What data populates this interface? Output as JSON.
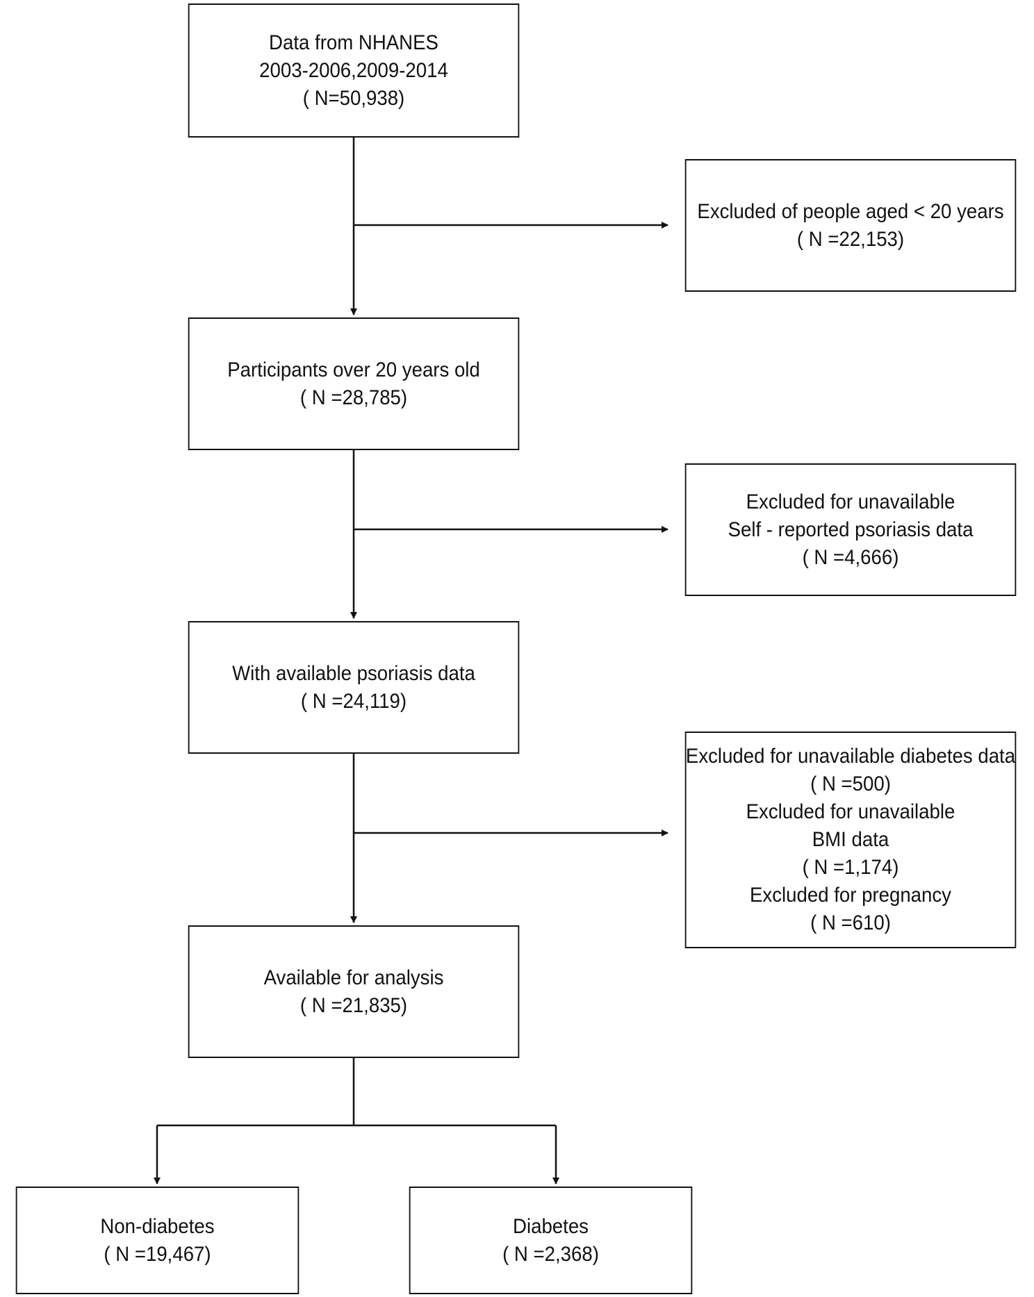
{
  "flowchart": {
    "start": {
      "lines": [
        "Data from NHANES",
        "2003-2006,2009-2014",
        "( N=50,938)"
      ]
    },
    "exclusion_age": {
      "lines": [
        "Excluded of people aged < 20 years",
        "( N =22,153)"
      ]
    },
    "adults": {
      "lines": [
        "Participants over 20 years old",
        "( N =28,785)"
      ]
    },
    "exclusion_psoriasis": {
      "lines": [
        "Excluded for unavailable",
        "Self - reported psoriasis data",
        "( N =4,666)"
      ]
    },
    "psoriasis_available": {
      "lines": [
        "With available psoriasis data",
        "( N =24,119)"
      ]
    },
    "exclusion_other": {
      "lines": [
        "Excluded for unavailable diabetes data",
        "( N =500)",
        "Excluded for unavailable",
        "BMI data",
        "( N =1,174)",
        "Excluded for pregnancy",
        "( N =610)"
      ]
    },
    "analysis": {
      "lines": [
        "Available for analysis",
        "( N =21,835)"
      ]
    },
    "non_diabetes": {
      "lines": [
        "Non-diabetes",
        "( N =19,467)"
      ]
    },
    "diabetes": {
      "lines": [
        "Diabetes",
        "( N =2,368)"
      ]
    }
  },
  "colors": {
    "stroke": "#111111",
    "background": "#ffffff"
  }
}
